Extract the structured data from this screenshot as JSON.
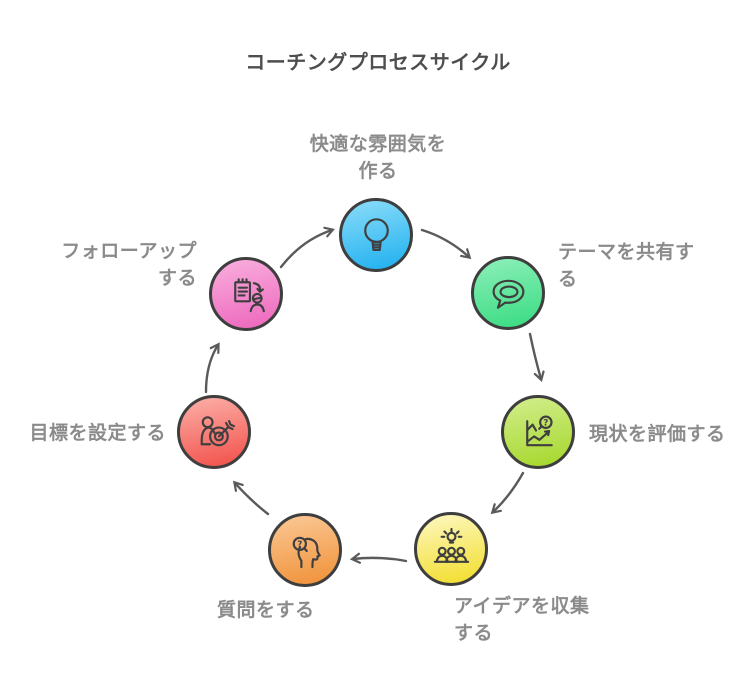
{
  "title": "コーチングプロセスサイクル",
  "colors": {
    "background": "#ffffff",
    "title_text": "#4e4e4e",
    "label_text": "#8b8b8b",
    "arrow": "#5a5a5a",
    "node_border": "#3e3e3e",
    "icon_stroke": "#3f3f3f"
  },
  "nodes": [
    {
      "id": "create-atmosphere",
      "label": "快適な雰囲気を\n作る",
      "icon": "lightbulb-icon",
      "gradient_top": "#82d9f8",
      "gradient_bottom": "#27b3f0"
    },
    {
      "id": "share-theme",
      "label": "テーマを共有す\nる",
      "icon": "speech-bubble-icon",
      "gradient_top": "#86eeb5",
      "gradient_bottom": "#3fdd86"
    },
    {
      "id": "evaluate-current",
      "label": "現状を評価する",
      "icon": "chart-question-icon",
      "gradient_top": "#cfec85",
      "gradient_bottom": "#a8d931"
    },
    {
      "id": "collect-ideas",
      "label": "アイデアを収集\nする",
      "icon": "group-idea-icon",
      "gradient_top": "#fcf6b5",
      "gradient_bottom": "#f3df35"
    },
    {
      "id": "ask-questions",
      "label": "質問をする",
      "icon": "thinking-head-icon",
      "gradient_top": "#fac48e",
      "gradient_bottom": "#f1953f"
    },
    {
      "id": "set-goals",
      "label": "目標を設定する",
      "icon": "person-target-icon",
      "gradient_top": "#fba8a1",
      "gradient_bottom": "#f25750"
    },
    {
      "id": "follow-up",
      "label": "フォローアップ\nする",
      "icon": "clipboard-person-icon",
      "gradient_top": "#f8a9db",
      "gradient_bottom": "#ee6cbf"
    }
  ]
}
